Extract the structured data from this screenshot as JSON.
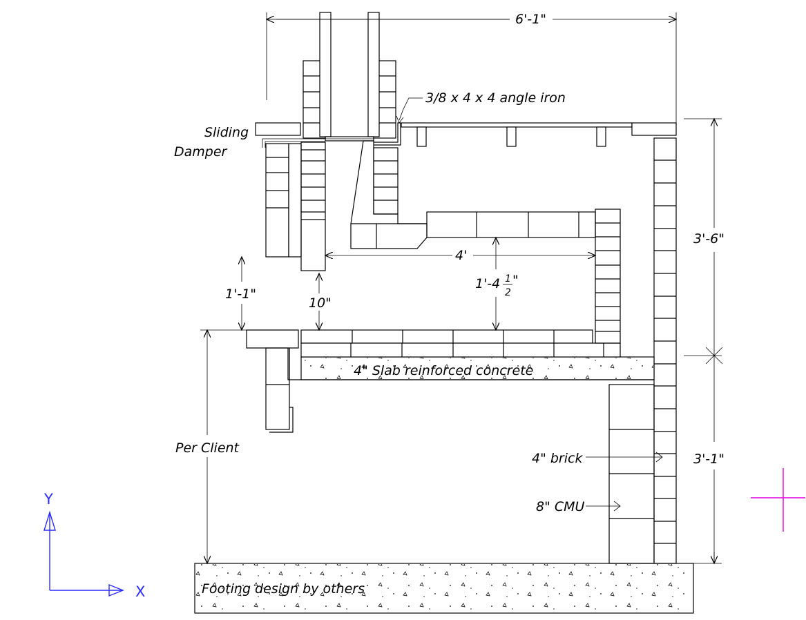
{
  "drawing": {
    "labels": {
      "overall_width": "6'-1\"",
      "angle_iron": "3/8 x 4 x 4 angle iron",
      "sliding": "Sliding",
      "damper": "Damper",
      "upper_height": "3'-6\"",
      "opening_width": "4'",
      "opening_height_main": "1'-4",
      "opening_height_num": "1",
      "opening_height_den": "2",
      "opening_height_inch": "\"",
      "hearth_height": "1'-1\"",
      "lintel_gap": "10\"",
      "slab": "4\" Slab reinforced concrete",
      "per_client": "Per Client",
      "brick": "4\" brick",
      "cmu": "8\" CMU",
      "lower_height": "3'-1\"",
      "footing": "Footing design by others"
    },
    "ucs": {
      "y_label": "Y",
      "x_label": "X"
    },
    "colors": {
      "line": "#000000",
      "ucs": "#2a2aff",
      "crosshair": "#e000e0"
    }
  }
}
